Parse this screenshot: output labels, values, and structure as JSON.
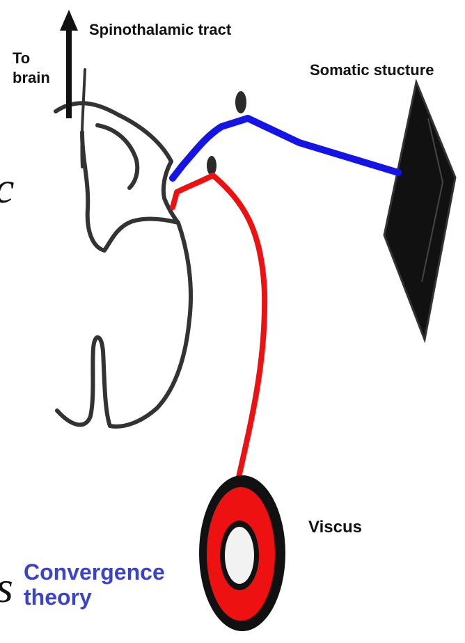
{
  "labels": {
    "spinothalamic_tract": "Spinothalamic tract",
    "to_brain_line1": "To",
    "to_brain_line2": "brain",
    "somatic_structure": "Somatic stucture",
    "viscus": "Viscus",
    "convergence_line1": "Convergence",
    "convergence_line2": "theory",
    "edge_glyph_c": "c",
    "edge_glyph_s": "s"
  },
  "colors": {
    "somatic_afferent": "#1414e6",
    "visceral_afferent": "#ee1111",
    "outline": "#333333",
    "ink": "#111111",
    "title_accent": "#3b44c8"
  },
  "icons": {
    "arrow": "up-arrow-icon"
  }
}
